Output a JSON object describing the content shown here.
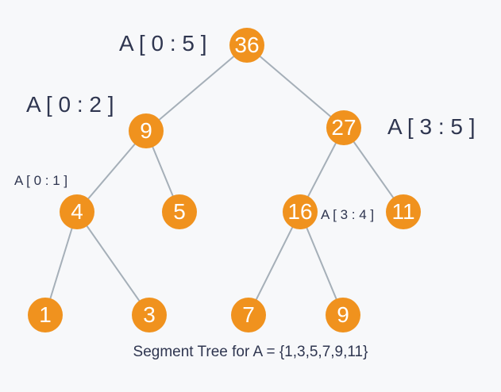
{
  "diagram": {
    "caption": "Segment Tree for A = {1,3,5,7,9,11}",
    "colors": {
      "background": "#f7f8fa",
      "node_fill": "#f0921e",
      "node_text": "#ffffff",
      "edge": "#a5afb8",
      "label_text": "#2f3650"
    },
    "nodes": [
      {
        "value": "36",
        "range_label": "A [ 0 : 5 ]"
      },
      {
        "value": "9",
        "range_label": "A [ 0 : 2 ]"
      },
      {
        "value": "27",
        "range_label": "A [ 3 : 5 ]"
      },
      {
        "value": "4",
        "range_label": "A [ 0 : 1 ]"
      },
      {
        "value": "5"
      },
      {
        "value": "16",
        "range_label": "A [ 3 : 4 ]"
      },
      {
        "value": "11"
      },
      {
        "value": "1"
      },
      {
        "value": "3"
      },
      {
        "value": "7"
      },
      {
        "value": "9"
      }
    ]
  }
}
